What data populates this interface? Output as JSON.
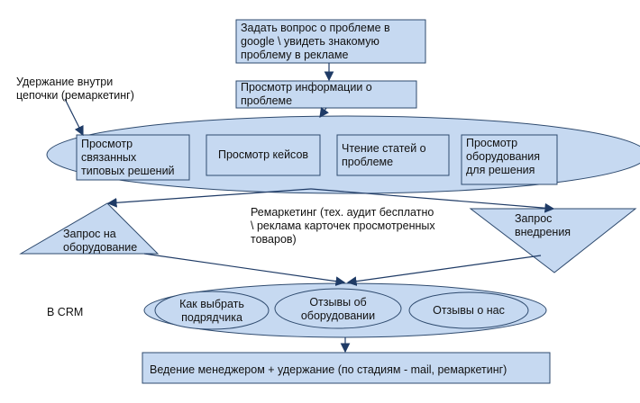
{
  "colors": {
    "fill": "#c6d9f1",
    "stroke": "#2e4a6e",
    "arrow": "#1f3b66",
    "text": "#111111"
  },
  "nodes": {
    "ask_question": "Задать вопрос о проблеме в\ngoogle \\ увидеть знакомую\nпроблему в рекламе",
    "view_info": "Просмотр информации о\nпроблеме",
    "related_solutions": "Просмотр\nсвязанных\nтиповых решений",
    "cases": "Просмотр кейсов",
    "articles": "Чтение статей о\nпроблеме",
    "equipment_view": "Просмотр\nоборудования\nдля решения",
    "equipment_request": "Запрос на\nоборудование",
    "implementation_request": "Запрос\nвнедрения",
    "choose_contractor": "Как выбрать\nподрядчика",
    "equipment_reviews": "Отзывы об\nоборудовании",
    "our_reviews": "Отзывы о нас",
    "manager": "Ведение менеджером + удержание (по стадиям - mail, ремаркетинг)"
  },
  "labels": {
    "retention": "Удержание внутри\nцепочки (ремаркетинг)",
    "remarketing": "Ремаркетинг (тех. аудит бесплатно\n\\ реклама карточек просмотренных\nтоваров)",
    "crm": "В CRM"
  }
}
